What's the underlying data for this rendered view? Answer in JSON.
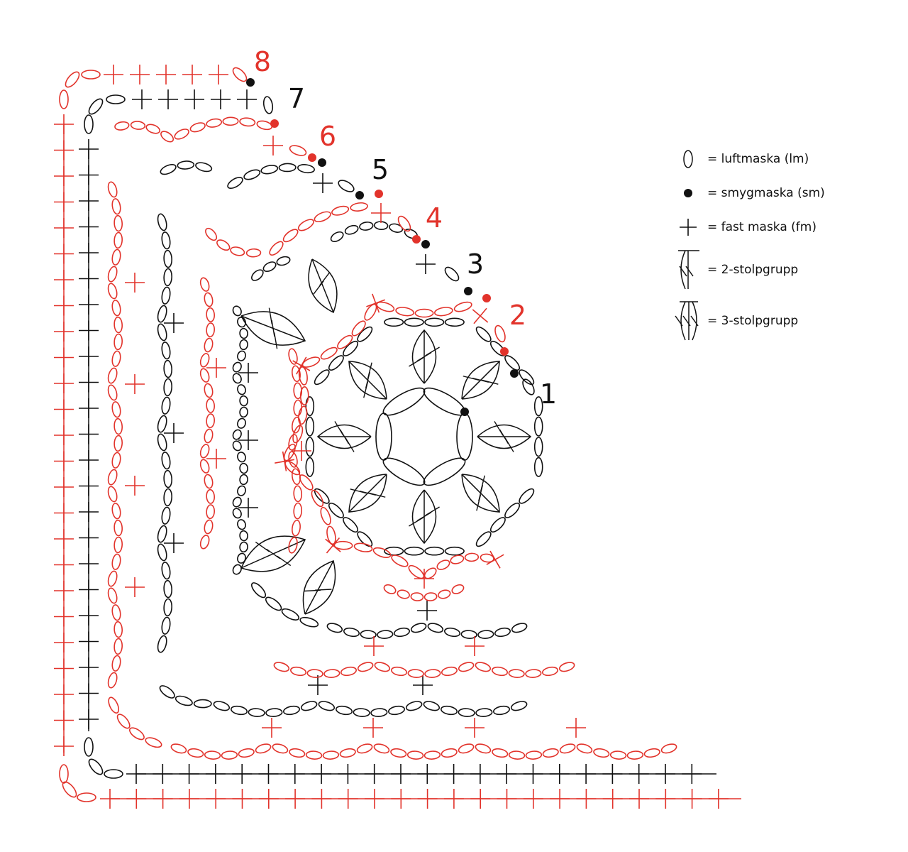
{
  "colors": {
    "red": "#e2332b",
    "black": "#111111"
  },
  "round_labels": [
    {
      "text": "1",
      "color": "black"
    },
    {
      "text": "2",
      "color": "red"
    },
    {
      "text": "3",
      "color": "black"
    },
    {
      "text": "4",
      "color": "red"
    },
    {
      "text": "5",
      "color": "black"
    },
    {
      "text": "6",
      "color": "red"
    },
    {
      "text": "7",
      "color": "black"
    },
    {
      "text": "8",
      "color": "red"
    }
  ],
  "legend": [
    {
      "icon": "chain-stitch-icon",
      "label": "= luftmaska (lm)"
    },
    {
      "icon": "slip-stitch-icon",
      "label": "= smygmaska (sm)"
    },
    {
      "icon": "single-crochet-icon",
      "label": "= fast maska (fm)"
    },
    {
      "icon": "2-treble-cluster-icon",
      "label": "= 2-stolpgrupp"
    },
    {
      "icon": "3-treble-cluster-icon",
      "label": "= 3-stolpgrupp"
    }
  ]
}
